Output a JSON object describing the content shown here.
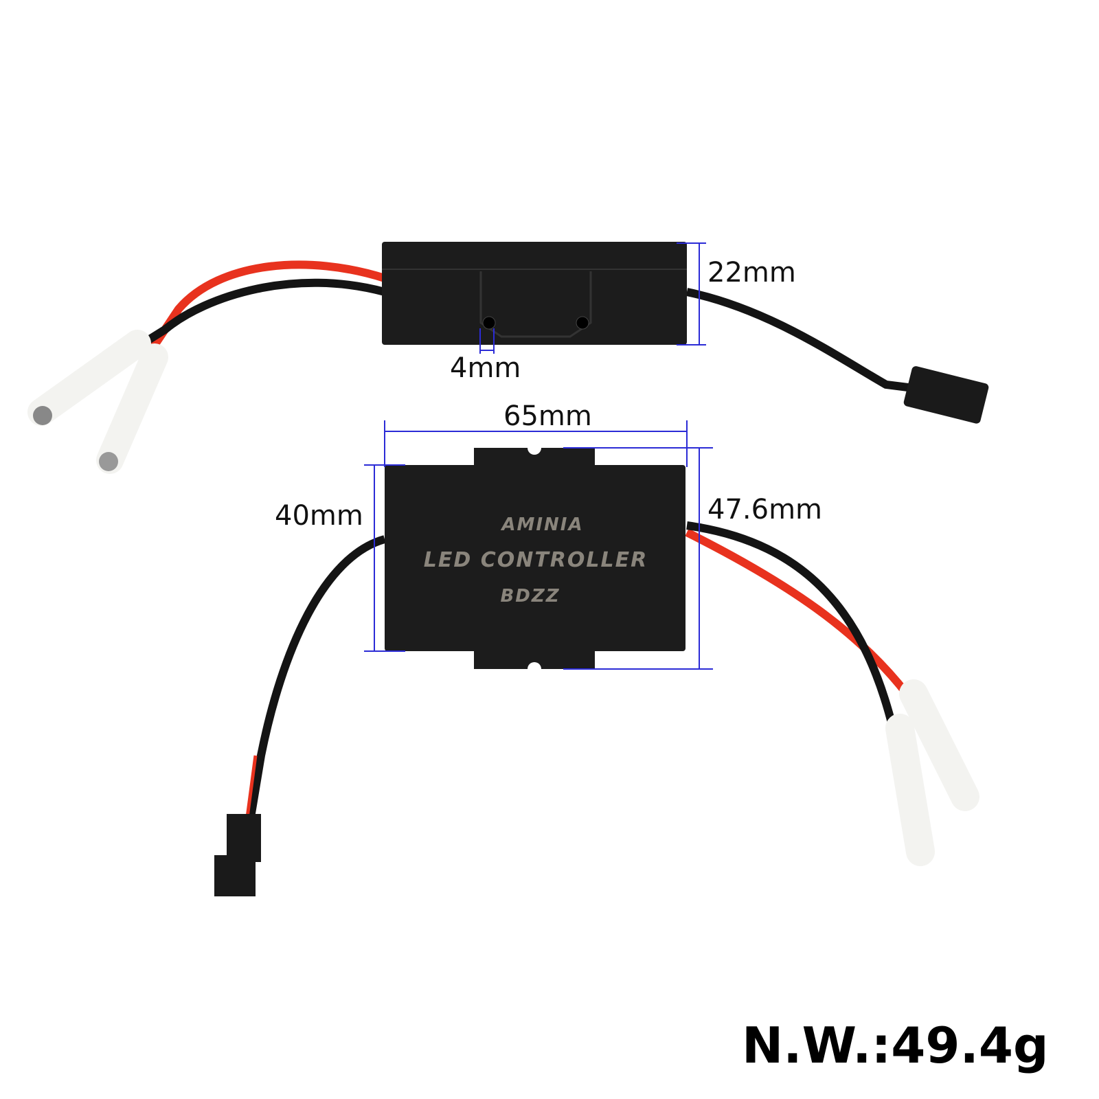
{
  "dimensions": {
    "height_side": "22mm",
    "hole": "4mm",
    "width": "65mm",
    "inner_height": "40mm",
    "outer_height": "47.6mm"
  },
  "product_label": {
    "brand": "AMINIA",
    "name": "LED CONTROLLER",
    "model": "BDZZ"
  },
  "net_weight": "N.W.:49.4g",
  "colors": {
    "dimension_line": "#2b2bd6",
    "housing": "#1c1c1c",
    "red_wire": "#e8321e",
    "black_wire": "#141414",
    "connector_white": "#f3f3f0"
  }
}
